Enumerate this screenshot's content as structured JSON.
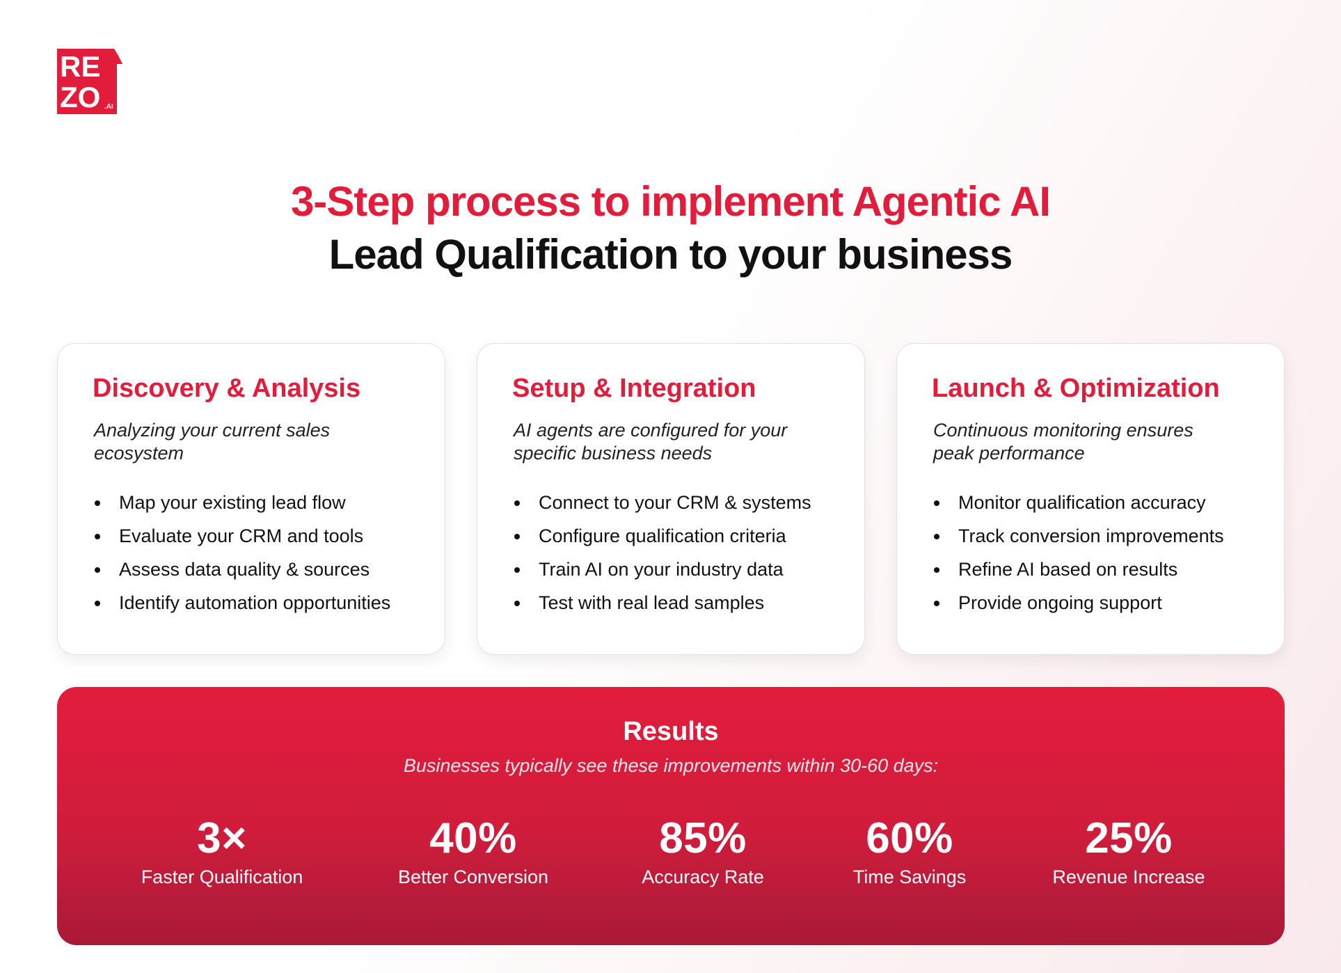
{
  "brand": {
    "logo_text_top": "RE",
    "logo_text_bottom": "ZO",
    "logo_suffix": ".AI",
    "color": "#e21d3b"
  },
  "heading": {
    "line1": "3-Step process to implement Agentic AI",
    "line2": "Lead Qualification to your business"
  },
  "steps": [
    {
      "title": "Discovery & Analysis",
      "subtitle": "Analyzing your current sales ecosystem",
      "items": [
        "Map your existing lead flow",
        "Evaluate your CRM and tools",
        "Assess data quality & sources",
        "Identify automation opportunities"
      ]
    },
    {
      "title": "Setup & Integration",
      "subtitle": "AI agents are configured for your specific business needs",
      "items": [
        "Connect to your CRM & systems",
        "Configure qualification criteria",
        "Train AI on your industry data",
        "Test with real lead samples"
      ]
    },
    {
      "title": "Launch & Optimization",
      "subtitle": "Continuous monitoring ensures peak performance",
      "items": [
        "Monitor qualification accuracy",
        "Track conversion improvements",
        "Refine AI based on results",
        "Provide ongoing support"
      ]
    }
  ],
  "results": {
    "title": "Results",
    "subtitle": "Businesses typically see these improvements within 30-60 days:",
    "stats": [
      {
        "value": "3×",
        "label": "Faster Qualification"
      },
      {
        "value": "40%",
        "label": "Better Conversion"
      },
      {
        "value": "85%",
        "label": "Accuracy Rate"
      },
      {
        "value": "60%",
        "label": "Time Savings"
      },
      {
        "value": "25%",
        "label": "Revenue Increase"
      }
    ]
  }
}
